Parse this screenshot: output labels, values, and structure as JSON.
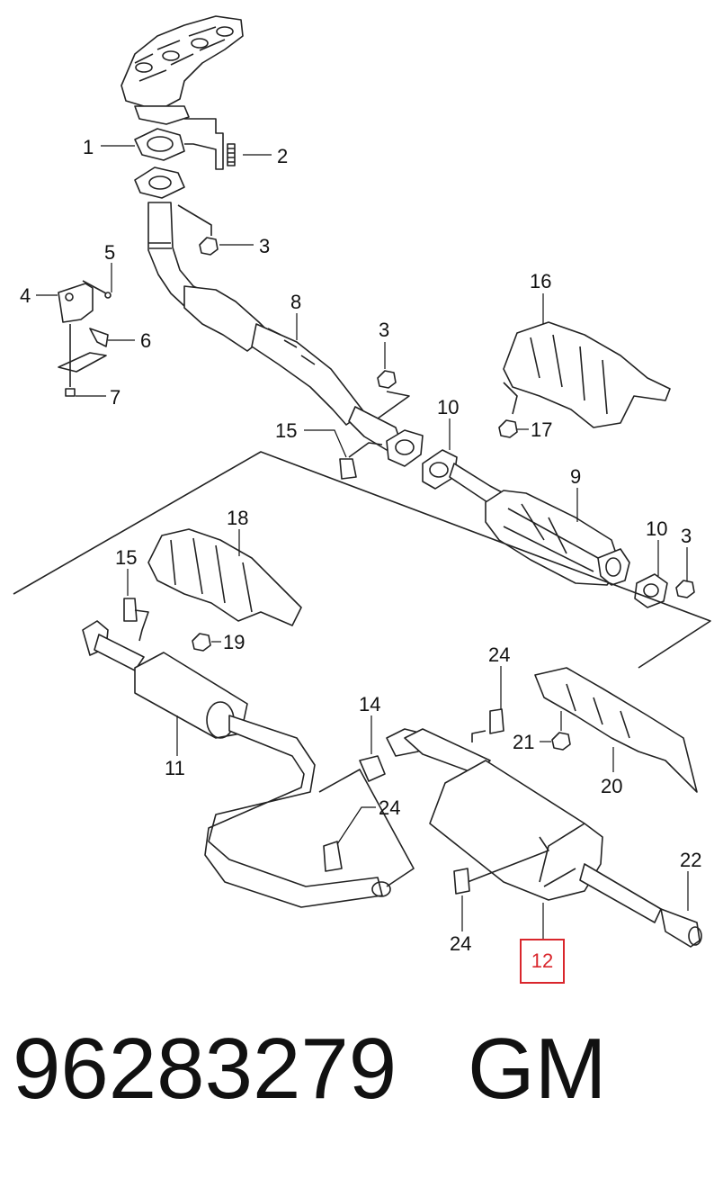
{
  "callouts": {
    "c1": "1",
    "c2": "2",
    "c3a": "3",
    "c4": "4",
    "c5": "5",
    "c6": "6",
    "c7": "7",
    "c8": "8",
    "c3b": "3",
    "c16": "16",
    "c17": "17",
    "c15a": "15",
    "c10a": "10",
    "c9": "9",
    "c10b": "10",
    "c3c": "3",
    "c18": "18",
    "c15b": "15",
    "c19": "19",
    "c24a": "24",
    "c14": "14",
    "c21": "21",
    "c20": "20",
    "c11": "11",
    "c24b": "24",
    "c22": "22",
    "c24c": "24",
    "c12": "12"
  },
  "highlight": {
    "label": "12",
    "color": "#d9262c"
  },
  "footer": {
    "part_number": "96283279",
    "brand": "GM"
  }
}
